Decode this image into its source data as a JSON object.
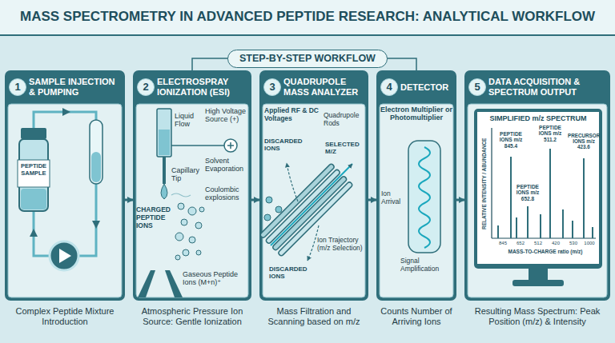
{
  "diagram": {
    "title": "MASS SPECTROMETRY IN ADVANCED PEPTIDE RESEARCH: ANALYTICAL WORKFLOW",
    "nodes": [
      {
        "text": [
          "STEP-BY-STEP WORKFLOW"
        ]
      },
      {
        "text": [
          "SAMPLE INJECTION & PUMPING",
          "Complex Peptide Mixture Introduction"
        ]
      },
      {
        "text": [
          "1"
        ],
        "in": 1
      },
      {
        "text": [
          "ELECTROSPRAY IONIZATION (ESI)",
          "Atmospheric Pressure Ion Source: Gentle Ionization"
        ]
      },
      {
        "text": [
          "2"
        ],
        "in": 3
      },
      {
        "text": [
          "QUADRUPOLE MASS ANALYZER",
          "Mass Filtration and Scanning based on m/z"
        ]
      },
      {
        "text": [
          "3"
        ],
        "in": 5
      },
      {
        "text": [
          "DETECTOR",
          "Electron Multiplier or Photomultiplier",
          "Counts Number of Arriving Ions"
        ]
      },
      {
        "text": [
          "4"
        ],
        "in": 7
      },
      {
        "text": [
          "DATA ACQUISITION & SPECTRUM OUTPUT",
          "Resulting Mass Spectrum: Peak Position (m/z) & Intensity"
        ]
      },
      {
        "text": [
          "5"
        ],
        "in": 9
      }
    ],
    "edges": [
      {
        "from": 1,
        "to": 3,
        "arrow": "to"
      },
      {
        "from": 3,
        "to": 5,
        "arrow": "to"
      },
      {
        "from": 5,
        "to": 7,
        "arrow": "to"
      },
      {
        "from": 7,
        "to": 9,
        "arrow": "to"
      }
    ],
    "labels": [
      "PEPTIDE SAMPLE",
      "Liquid Flow",
      "High Voltage Source (+)",
      "Capillary Tip",
      "Solvent Evaporation",
      "Coulombic explosions",
      "CHARGED PEPTIDE IONS",
      "Gaseous Peptide Ions (M+n)⁺",
      "Applied RF & DC Voltages",
      "Quadrupole Rods",
      "DISCARDED IONS",
      "SELECTED M/Z",
      "Ion Trajectory (m/z Selection)",
      "DISCARDED IONS",
      "Ion Arrival",
      "Signal Amplification",
      "SIMPLIFIED m/z SPECTRUM",
      "RELATIVE INTENSITY / ABUNDANCE",
      "PEPTIDE IONS m/z 845.4",
      "PEPTIDE IONS m/z 511.2",
      "PRECURSOR IONS m/z 423.6",
      "PEPTIDE IONS m/z 652.8",
      "845",
      "652",
      "512",
      "420",
      "530",
      "1000",
      "MASS-TO-CHARGE ratio (m/z)"
    ]
  }
}
